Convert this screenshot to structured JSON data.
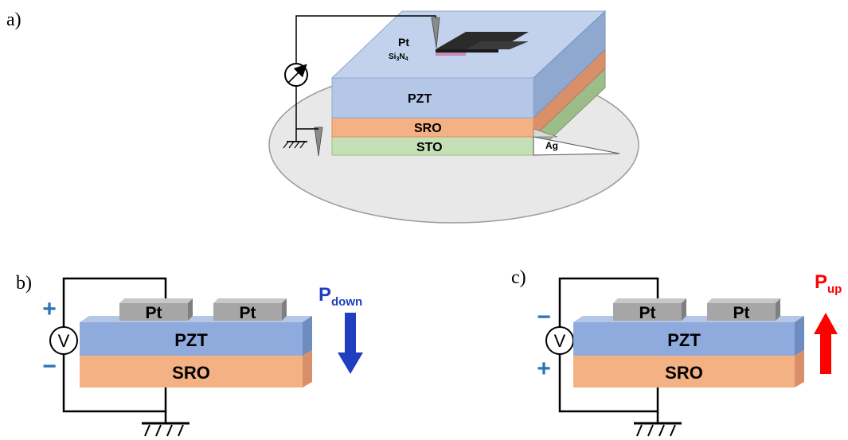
{
  "panels": {
    "a": {
      "label": "a)",
      "layers": {
        "pt": "Pt",
        "si3n4": "Si",
        "si3n4_sub1": "3",
        "si3n4_n": "N",
        "si3n4_sub2": "4",
        "pzt": "PZT",
        "sro": "SRO",
        "sto": "STO",
        "ag": "Ag"
      }
    },
    "b": {
      "label": "b)",
      "electrode_left": "Pt",
      "electrode_right": "Pt",
      "pzt": "PZT",
      "sro": "SRO",
      "meter": "V",
      "top_sign": "+",
      "bottom_sign": "−",
      "polarization": "P",
      "polarization_sub": "down",
      "polarization_color": "#1f3fbf"
    },
    "c": {
      "label": "c)",
      "electrode_left": "Pt",
      "electrode_right": "Pt",
      "pzt": "PZT",
      "sro": "SRO",
      "meter": "V",
      "top_sign": "−",
      "bottom_sign": "+",
      "polarization": "P",
      "polarization_sub": "up",
      "polarization_color": "#ff0000"
    }
  },
  "colors": {
    "pzt_face": "#b4c7e7",
    "pzt_side": "#8fa8d0",
    "sro_face": "#f4b183",
    "sro_side": "#d9906a",
    "sto_face": "#c5e0b4",
    "sto_side": "#9cbc88",
    "pt": "#a6a6a6",
    "electrode_dark": "#2b2b2b",
    "sign_blue": "#2e75b6",
    "pzt_b": "#8faadc"
  }
}
